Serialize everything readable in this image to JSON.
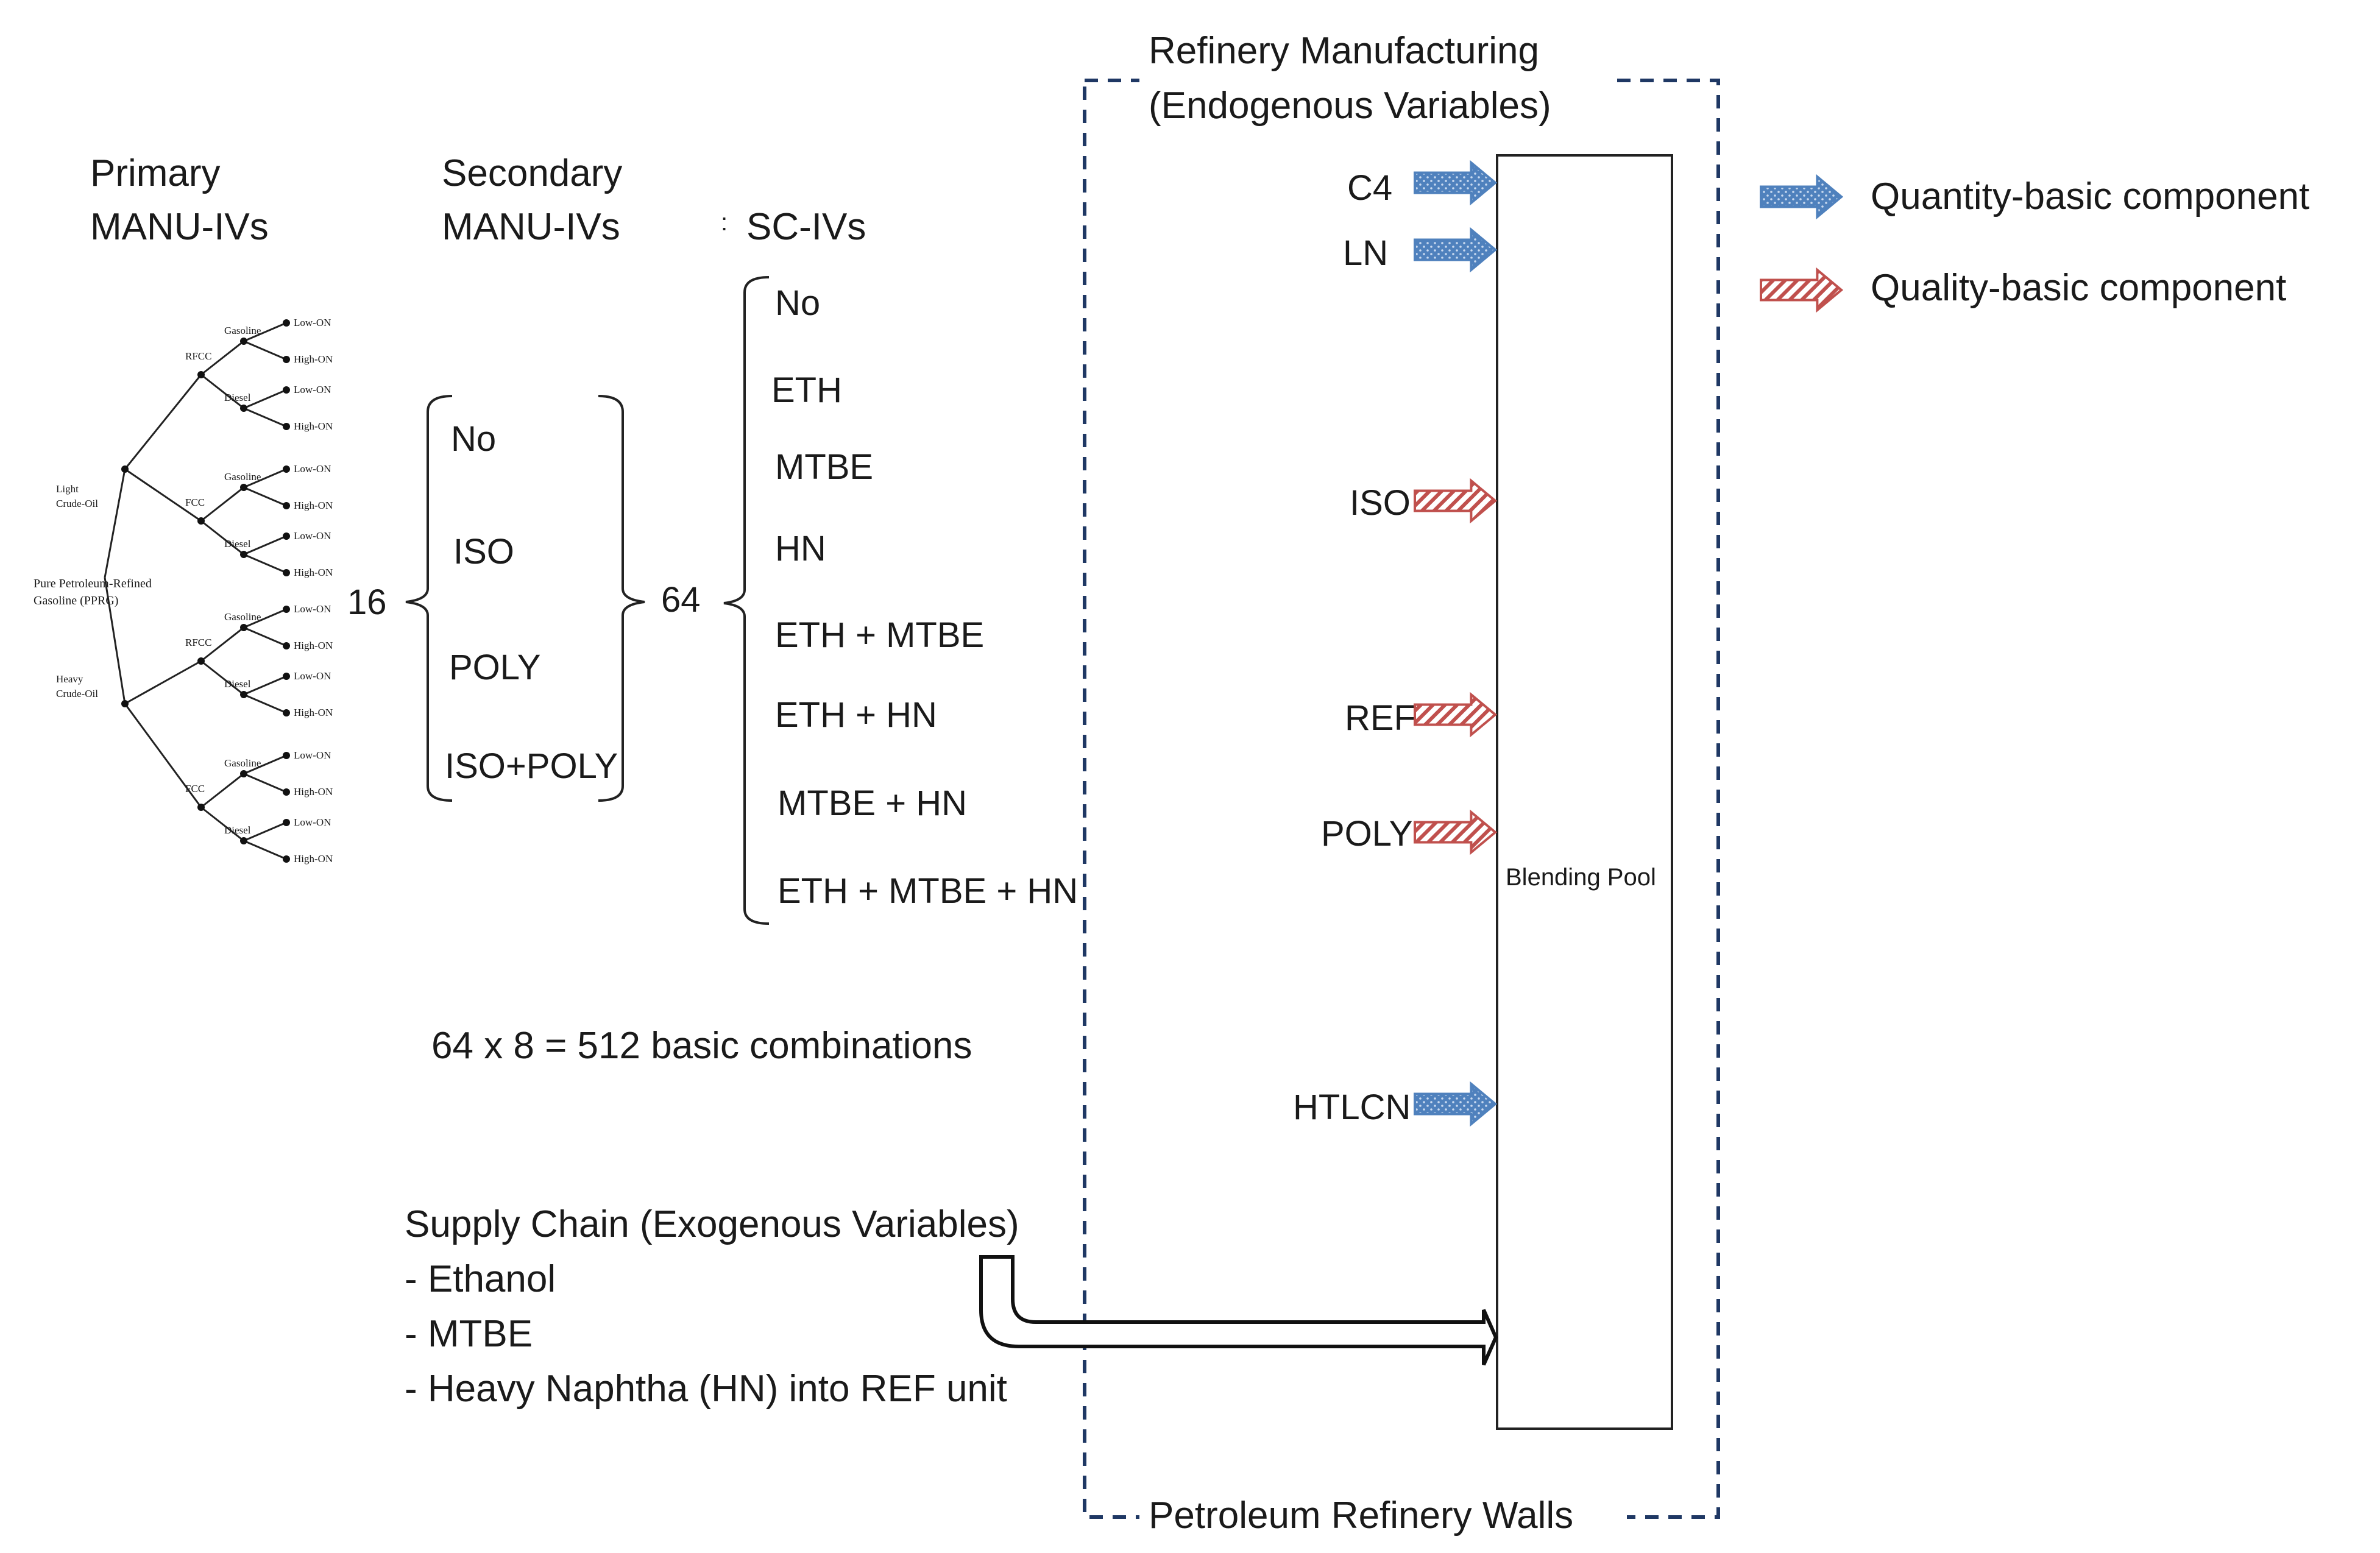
{
  "colors": {
    "quantity_arrow": "#4f81bd",
    "quality_arrow": "#c0504d",
    "wall_border": "#1f3864",
    "text": "#1a1a1a"
  },
  "headers": {
    "primary_line1": "Primary",
    "primary_line2": "MANU-IVs",
    "secondary_line1": "Secondary",
    "secondary_line2": "MANU-IVs",
    "sc_marker": ":",
    "sc_ivs": "SC-IVs"
  },
  "tree": {
    "root": [
      "Pure Petroleum-Refined",
      "Gasoline (PPRG)"
    ],
    "crudes": [
      [
        "Light",
        "Crude-Oil"
      ],
      [
        "Heavy",
        "Crude-Oil"
      ]
    ],
    "units": [
      "RFCC",
      "FCC",
      "RFCC",
      "FCC"
    ],
    "products": [
      "Gasoline",
      "Diesel"
    ],
    "grades": [
      "Low-ON",
      "High-ON"
    ]
  },
  "secondary": {
    "count": "16",
    "items": [
      "No",
      "ISO",
      "POLY",
      "ISO+POLY"
    ]
  },
  "sc": {
    "count": "64",
    "items": [
      "No",
      "ETH",
      "MTBE",
      "HN",
      "ETH + MTBE",
      "ETH + HN",
      "MTBE + HN",
      "ETH + MTBE + HN"
    ]
  },
  "combinations": "64 x 8 = 512 basic combinations",
  "supply_chain": {
    "title": "Supply Chain (Exogenous Variables)",
    "items": [
      "- Ethanol",
      "- MTBE",
      "- Heavy Naphtha (HN) into REF unit"
    ]
  },
  "refinery": {
    "title_line1": "Refinery Manufacturing",
    "title_line2": "(Endogenous Variables)",
    "walls_label": "Petroleum Refinery Walls",
    "pool_label": "Blending Pool",
    "inputs": [
      {
        "label": "C4",
        "kind": "quantity"
      },
      {
        "label": "LN",
        "kind": "quantity"
      },
      {
        "label": "ISO",
        "kind": "quality"
      },
      {
        "label": "REF",
        "kind": "quality"
      },
      {
        "label": "POLY",
        "kind": "quality"
      },
      {
        "label": "HTLCN",
        "kind": "quantity"
      }
    ]
  },
  "legend": {
    "quantity": "Quantity-basic component",
    "quality": "Quality-basic component"
  }
}
